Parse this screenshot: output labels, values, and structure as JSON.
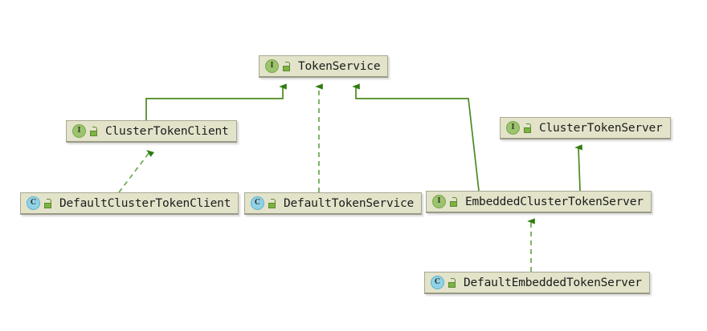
{
  "diagram": {
    "type": "uml-class-hierarchy",
    "title": "TokenService type hierarchy",
    "colors": {
      "node_fill": "#e3e3ca",
      "node_border": "#a8a894",
      "edge": "#4a8a1e",
      "interface_icon": "#9cc46e",
      "class_icon": "#8fd3e8",
      "canvas": "#ffffff"
    },
    "nodes": [
      {
        "id": "token-service",
        "label": "TokenService",
        "kind": "interface",
        "type_glyph": "I",
        "visibility_icon": "public-unlock-icon"
      },
      {
        "id": "cluster-token-client",
        "label": "ClusterTokenClient",
        "kind": "interface",
        "type_glyph": "I",
        "visibility_icon": "public-unlock-icon"
      },
      {
        "id": "cluster-token-server",
        "label": "ClusterTokenServer",
        "kind": "interface",
        "type_glyph": "I",
        "visibility_icon": "public-unlock-icon"
      },
      {
        "id": "default-cluster-token-client",
        "label": "DefaultClusterTokenClient",
        "kind": "class",
        "type_glyph": "C",
        "visibility_icon": "public-unlock-icon"
      },
      {
        "id": "default-token-service",
        "label": "DefaultTokenService",
        "kind": "class",
        "type_glyph": "C",
        "visibility_icon": "public-unlock-icon"
      },
      {
        "id": "embedded-cluster-token-server",
        "label": "EmbeddedClusterTokenServer",
        "kind": "interface",
        "type_glyph": "I",
        "visibility_icon": "public-unlock-icon"
      },
      {
        "id": "default-embedded-token-server",
        "label": "DefaultEmbeddedTokenServer",
        "kind": "class",
        "type_glyph": "C",
        "visibility_icon": "public-unlock-icon"
      }
    ],
    "edges": [
      {
        "id": "edge-cluster-token-client-to-token-service",
        "from": "cluster-token-client",
        "to": "token-service",
        "style": "solid",
        "relation": "extends"
      },
      {
        "id": "edge-default-token-service-to-token-service",
        "from": "default-token-service",
        "to": "token-service",
        "style": "dashed",
        "relation": "implements"
      },
      {
        "id": "edge-embedded-cluster-token-server-to-token-service",
        "from": "embedded-cluster-token-server",
        "to": "token-service",
        "style": "solid",
        "relation": "extends"
      },
      {
        "id": "edge-default-cluster-token-client-to-cluster-token-client",
        "from": "default-cluster-token-client",
        "to": "cluster-token-client",
        "style": "dashed",
        "relation": "implements"
      },
      {
        "id": "edge-embedded-cluster-token-server-to-cluster-token-server",
        "from": "embedded-cluster-token-server",
        "to": "cluster-token-server",
        "style": "solid",
        "relation": "extends"
      },
      {
        "id": "edge-default-embedded-token-server-to-embedded-cluster-token-server",
        "from": "default-embedded-token-server",
        "to": "embedded-cluster-token-server",
        "style": "dashed",
        "relation": "implements"
      }
    ]
  }
}
